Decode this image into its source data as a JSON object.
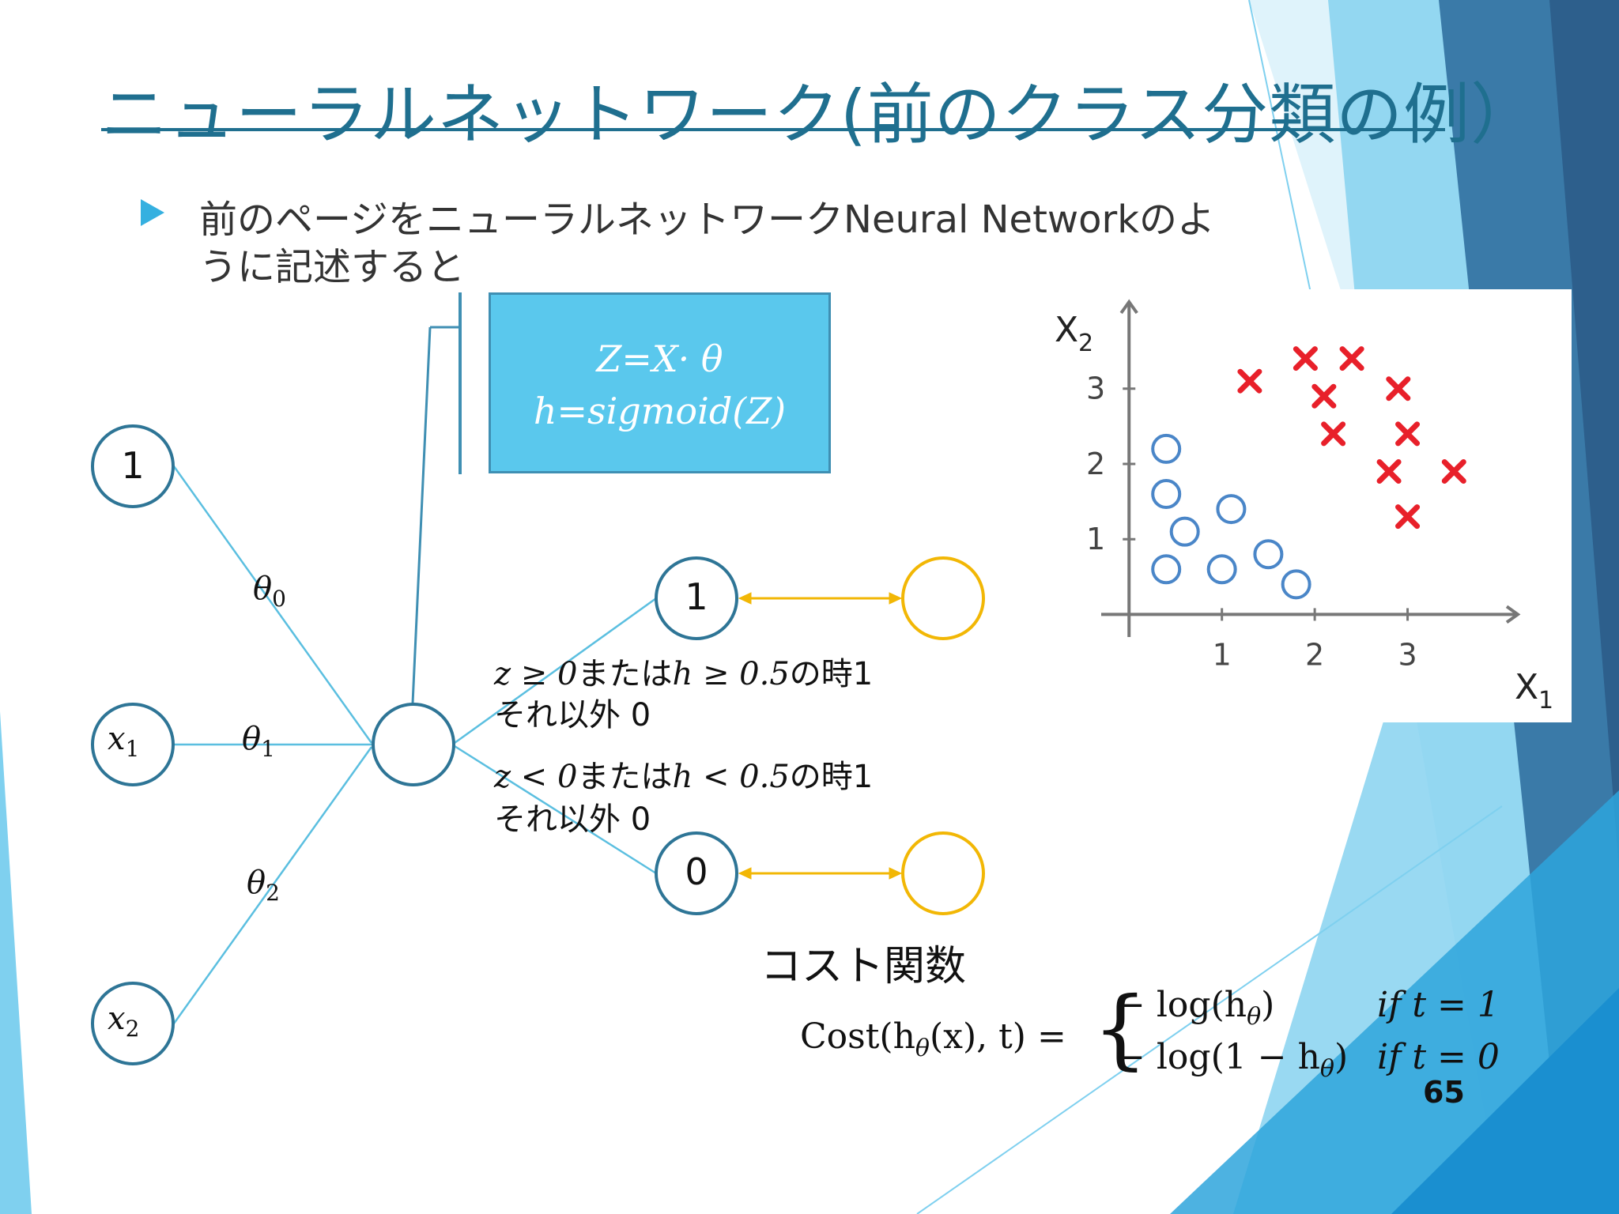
{
  "slide": {
    "title": "ニューラルネットワーク(前のクラス分類の例）",
    "bullet_line_1": "前のページをニューラルネットワークNeural Networkのよ",
    "bullet_line_2": "うに記述すると",
    "page_number": "65"
  },
  "colors": {
    "title": "#1f6f8f",
    "node_border": "#2e7596",
    "edge": "#5bbfe0",
    "output_target": "#f2b705",
    "formula_box_fill": "#5ac8ed",
    "class_o": "#4a86c8",
    "class_x": "#e8202a"
  },
  "formula_box": {
    "line1": "Z=X· θ",
    "line2": "h=sigmoid(Z)"
  },
  "network": {
    "inputs": [
      {
        "label": "1",
        "weight": "θ",
        "weight_sub": "0"
      },
      {
        "label": "x",
        "label_sub": "1",
        "weight": "θ",
        "weight_sub": "1"
      },
      {
        "label": "x",
        "label_sub": "2",
        "weight": "θ",
        "weight_sub": "2"
      }
    ],
    "outputs": [
      {
        "label": "1"
      },
      {
        "label": "0"
      }
    ],
    "condition_1": {
      "math_a": "z ≥ 0",
      "text_a": "または",
      "math_b": "h ≥ 0.5",
      "text_b": "の時1",
      "else": "それ以外 0"
    },
    "condition_2": {
      "math_a": "z < 0",
      "text_a": "または",
      "math_b": "h < 0.5",
      "text_b": "の時1",
      "else": "それ以外 0"
    }
  },
  "cost": {
    "heading": "コスト関数",
    "lhs": "Cost(h",
    "lhs_sub": "θ",
    "lhs_rest": "(x), t) =",
    "case1": "− log(h",
    "case1_sub": "θ",
    "case1_end": ")",
    "case1_cond": "if t = 1",
    "case2": "− log(1 − h",
    "case2_sub": "θ",
    "case2_end": ")",
    "case2_cond": "if t = 0"
  },
  "chart_data": {
    "type": "scatter",
    "xlabel": "X",
    "xlabel_sub": "1",
    "ylabel": "X",
    "ylabel_sub": "2",
    "xlim": [
      -0.3,
      4.0
    ],
    "ylim": [
      -0.3,
      3.9
    ],
    "x_ticks": [
      "1",
      "2",
      "3"
    ],
    "y_ticks": [
      "1",
      "2",
      "3"
    ],
    "series": [
      {
        "marker": "o",
        "points": [
          [
            0.4,
            2.2
          ],
          [
            0.4,
            1.6
          ],
          [
            0.6,
            1.1
          ],
          [
            1.1,
            1.4
          ],
          [
            0.4,
            0.6
          ],
          [
            1.0,
            0.6
          ],
          [
            1.5,
            0.8
          ],
          [
            1.8,
            0.4
          ]
        ]
      },
      {
        "marker": "x",
        "points": [
          [
            1.3,
            3.1
          ],
          [
            1.9,
            3.4
          ],
          [
            2.4,
            3.4
          ],
          [
            2.1,
            2.9
          ],
          [
            2.9,
            3.0
          ],
          [
            2.2,
            2.4
          ],
          [
            3.0,
            2.4
          ],
          [
            2.8,
            1.9
          ],
          [
            3.5,
            1.9
          ],
          [
            3.0,
            1.3
          ]
        ]
      }
    ]
  }
}
